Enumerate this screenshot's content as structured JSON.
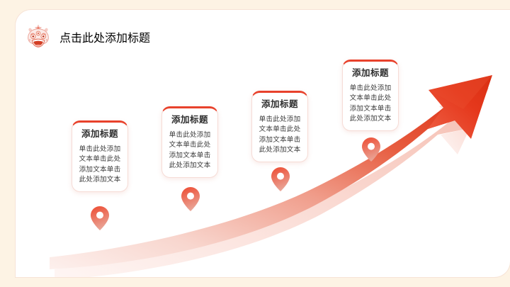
{
  "header": {
    "icon": "lion-dance-head-icon",
    "title": "点击此处添加标题"
  },
  "theme": {
    "page_background": "#FDF3E4",
    "panel_background": "#FFFFFF",
    "accent": "#E8422C",
    "accent_light": "#F08C7C",
    "accent_pale": "#F9CFC6",
    "title_color": "#333333",
    "body_color": "#3C3C3C"
  },
  "diagram": {
    "type": "ascending-arrow-milestones",
    "arrow": {
      "direction": "up-right",
      "label": "growth-arrow",
      "gradient_from": "#FBE3DD",
      "gradient_to": "#E8422C"
    },
    "steps": [
      {
        "id": "step-1",
        "title": "添加标题",
        "lines": [
          "单击此处添加",
          "文本单击此处",
          "添加文本单击",
          "此处添加文本"
        ],
        "marker": "map-pin-icon"
      },
      {
        "id": "step-2",
        "title": "添加标题",
        "lines": [
          "单击此处添加",
          "文本单击此处",
          "添加文本单击",
          "此处添加文本"
        ],
        "marker": "map-pin-icon"
      },
      {
        "id": "step-3",
        "title": "添加标题",
        "lines": [
          "单击此处添加",
          "文本单击此处",
          "添加文本单击",
          "此处添加文本"
        ],
        "marker": "map-pin-icon"
      },
      {
        "id": "step-4",
        "title": "添加标题",
        "lines": [
          "单击此处添加",
          "文本单击此处",
          "添加文本单击",
          "此处添加文本"
        ],
        "marker": "map-pin-icon"
      }
    ]
  }
}
